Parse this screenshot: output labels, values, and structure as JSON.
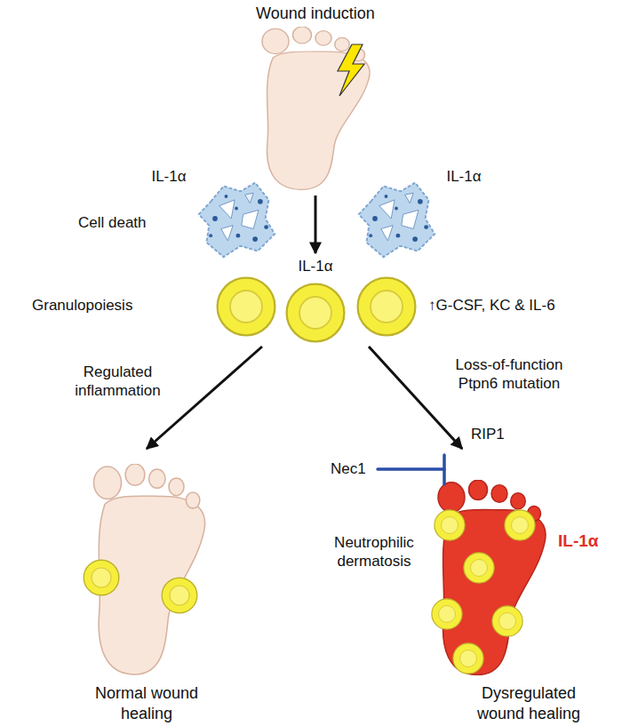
{
  "diagram": {
    "nodes": [
      {
        "text": [
          "Wound induction"
        ]
      },
      {
        "text": [
          "IL-1α"
        ]
      },
      {
        "text": [
          "Normal wound healing"
        ]
      },
      {
        "text": [
          "Neutrophilic dermatosis",
          "IL-1α",
          "Dysregulated wound healing"
        ]
      }
    ],
    "edges": [
      {
        "from": 0,
        "to": 1,
        "arrow": "to"
      },
      {
        "from": 1,
        "to": 2,
        "arrow": "to",
        "label": "Regulated inflammation"
      },
      {
        "from": 1,
        "to": 3,
        "arrow": "to",
        "label": "Loss-of-function Ptpn6 mutation"
      }
    ],
    "labels": [
      "IL-1α",
      "IL-1α",
      "Cell death",
      "Granulopoiesis",
      "↑G-CSF, KC & IL-6",
      "RIP1",
      "Nec1"
    ]
  }
}
